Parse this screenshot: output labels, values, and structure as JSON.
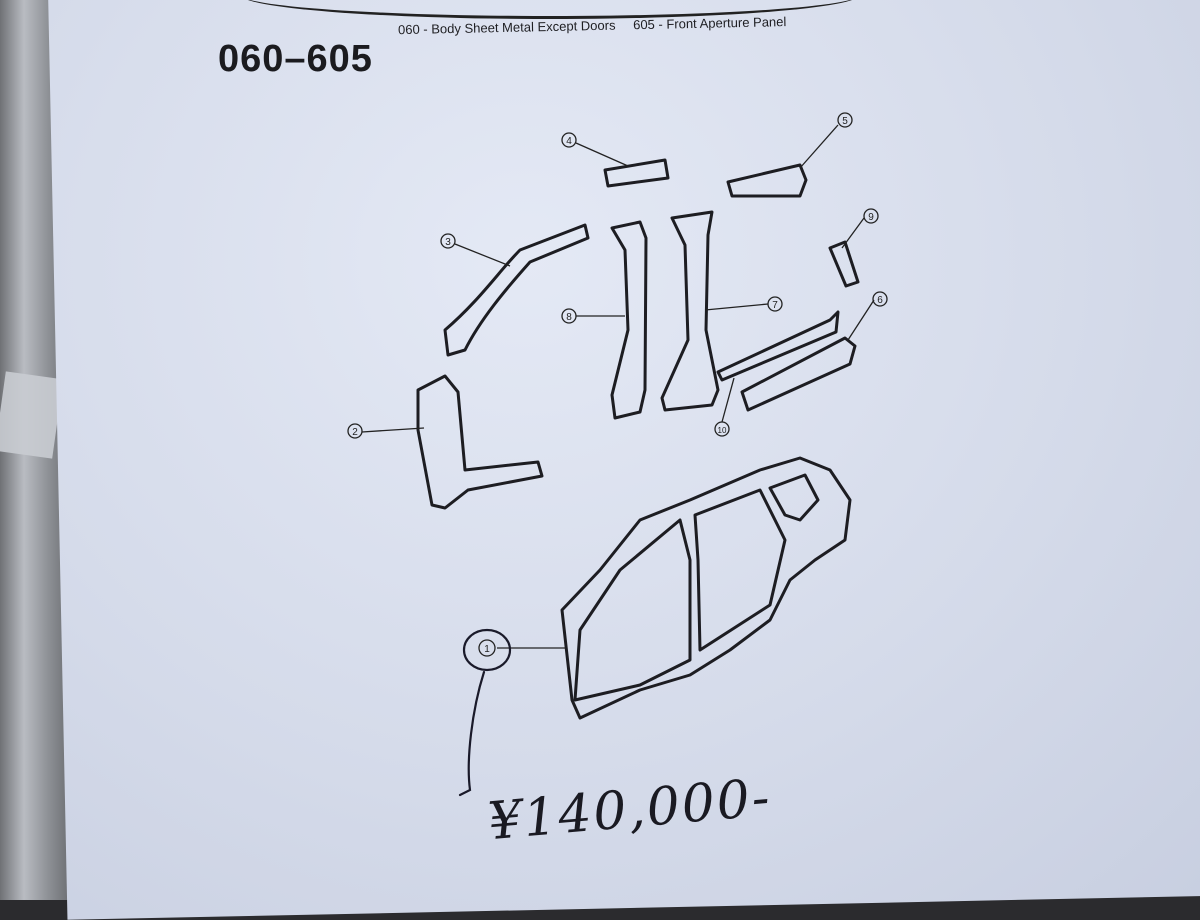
{
  "header": {
    "section": "060 - Body Sheet Metal Except Doors",
    "subsection": "605 - Front Aperture Panel"
  },
  "part_code": "060–605",
  "callouts": [
    "1",
    "2",
    "3",
    "4",
    "5",
    "6",
    "7",
    "8",
    "9",
    "10"
  ],
  "handwritten_price": "¥140,000-"
}
